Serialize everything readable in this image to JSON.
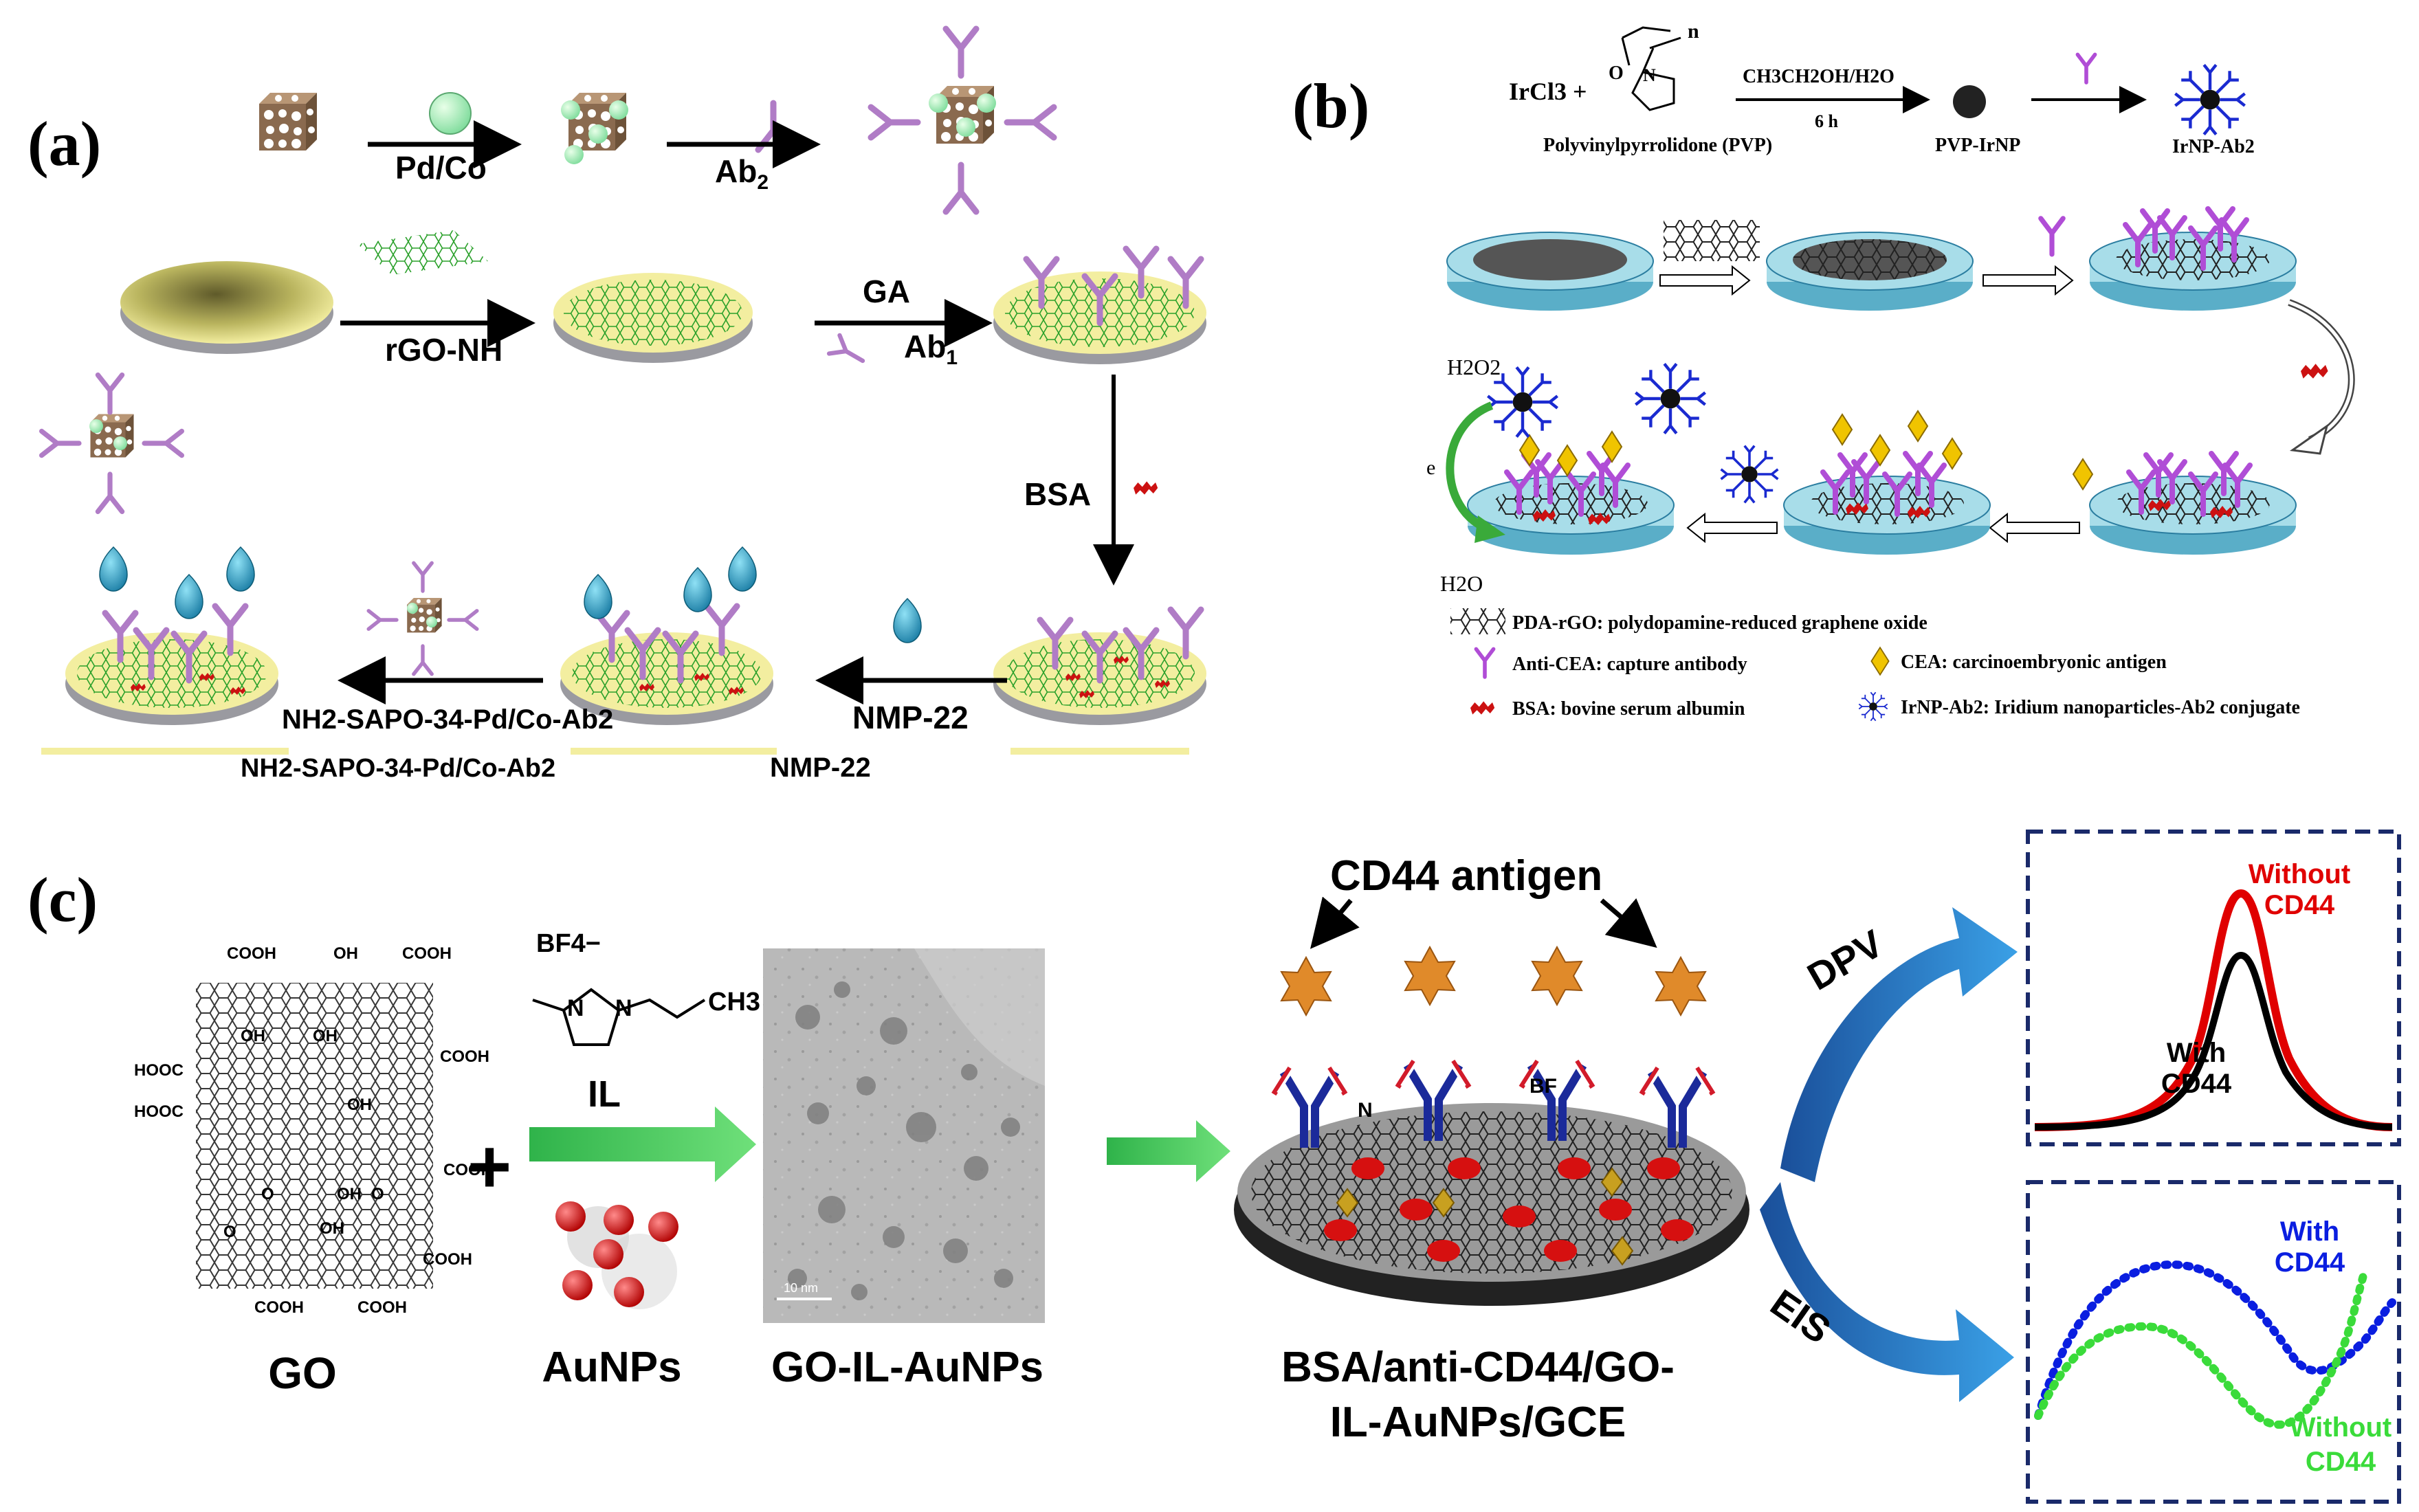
{
  "panel_a": {
    "label": "(a)",
    "step_pdco": "Pd/Co",
    "step_ab2": "Ab",
    "step_ab2_sub": "2",
    "step_rgo": "rGO-NH",
    "step_ga": "GA",
    "step_ab1": "Ab",
    "step_ab1_sub": "1",
    "step_bsa": "BSA",
    "step_nmp": "NMP-22",
    "step_nmp_dup": "NMP-22",
    "step_sapo": "NH2-SAPO-34-Pd/Co-Ab2",
    "step_sapo_dup": "NH2-SAPO-34-Pd/Co-Ab2"
  },
  "panel_b": {
    "label": "(b)",
    "reagent_ircl3": "IrCl3 +",
    "pvp_n": "n",
    "pvp_o": "O",
    "pvp_n_atom": "N",
    "pvp_name": "Polyvinylpyrrolidone (PVP)",
    "solvent": "CH3CH2OH/H2O",
    "time": "6 h",
    "pvp_irnp": "PVP-IrNP",
    "irnp_ab2": "IrNP-Ab2",
    "h2o2": "H2O2",
    "electron": "e",
    "h2o": "H2O",
    "legend": [
      "PDA-rGO: polydopamine-reduced graphene oxide",
      "Anti-CEA: capture antibody",
      "CEA: carcinoembryonic antigen",
      "BSA: bovine serum albumin",
      "IrNP-Ab2: Iridium nanoparticles-Ab2 conjugate"
    ]
  },
  "panel_c": {
    "label": "(c)",
    "go_groups": [
      "COOH",
      "OH",
      "COOH",
      "HOOC",
      "COOH",
      "HOOC",
      "OH",
      "OH",
      "O",
      "OH",
      "O",
      "OH",
      "OH",
      "COOH",
      "COOH",
      "COOH",
      "COOH",
      "O"
    ],
    "anion": "BF4−",
    "ch3": "CH3",
    "n1": "N",
    "n2": "N",
    "plus": "+",
    "il_label": "IL",
    "go_label": "GO",
    "aunps_label": "AuNPs",
    "go_il_aunps_label": "GO-IL-AuNPs",
    "scale_bar": "10 nm",
    "cd44_antigen": "CD44 antigen",
    "electrode_line1": "BSA/anti-CD44/GO-",
    "electrode_line2": "IL-AuNPs/GCE",
    "electrode_bf": "BF",
    "electrode_n": "N",
    "dpv": "DPV",
    "eis": "EIS",
    "dpv_without_1": "Without",
    "dpv_without_2": "CD44",
    "dpv_with_1": "With",
    "dpv_with_2": "CD44",
    "eis_with_1": "With",
    "eis_with_2": "CD44",
    "eis_without_1": "Without",
    "eis_without_2": "CD44"
  },
  "colors": {
    "disc_yellow": "#f3eea0",
    "graphene_green": "#2aa02a",
    "antibody_purple": "#b07cc6",
    "antigen_teal": "#2a9dbf",
    "bsa_red": "#cc1111",
    "electrode_blue": "#a8dde9",
    "cea_gold": "#e5b800",
    "irnp_blue": "#1a2ad0",
    "go_arrow_green": "#2fb34a",
    "cd44_orange": "#e08a2a",
    "au_red": "#d01010",
    "dpv_red": "#e00000",
    "eis_blue": "#0a1ee0",
    "eis_green": "#3adb3a",
    "dash_navy": "#1a2a6a",
    "arrow_blue": "#1f6fbf"
  }
}
